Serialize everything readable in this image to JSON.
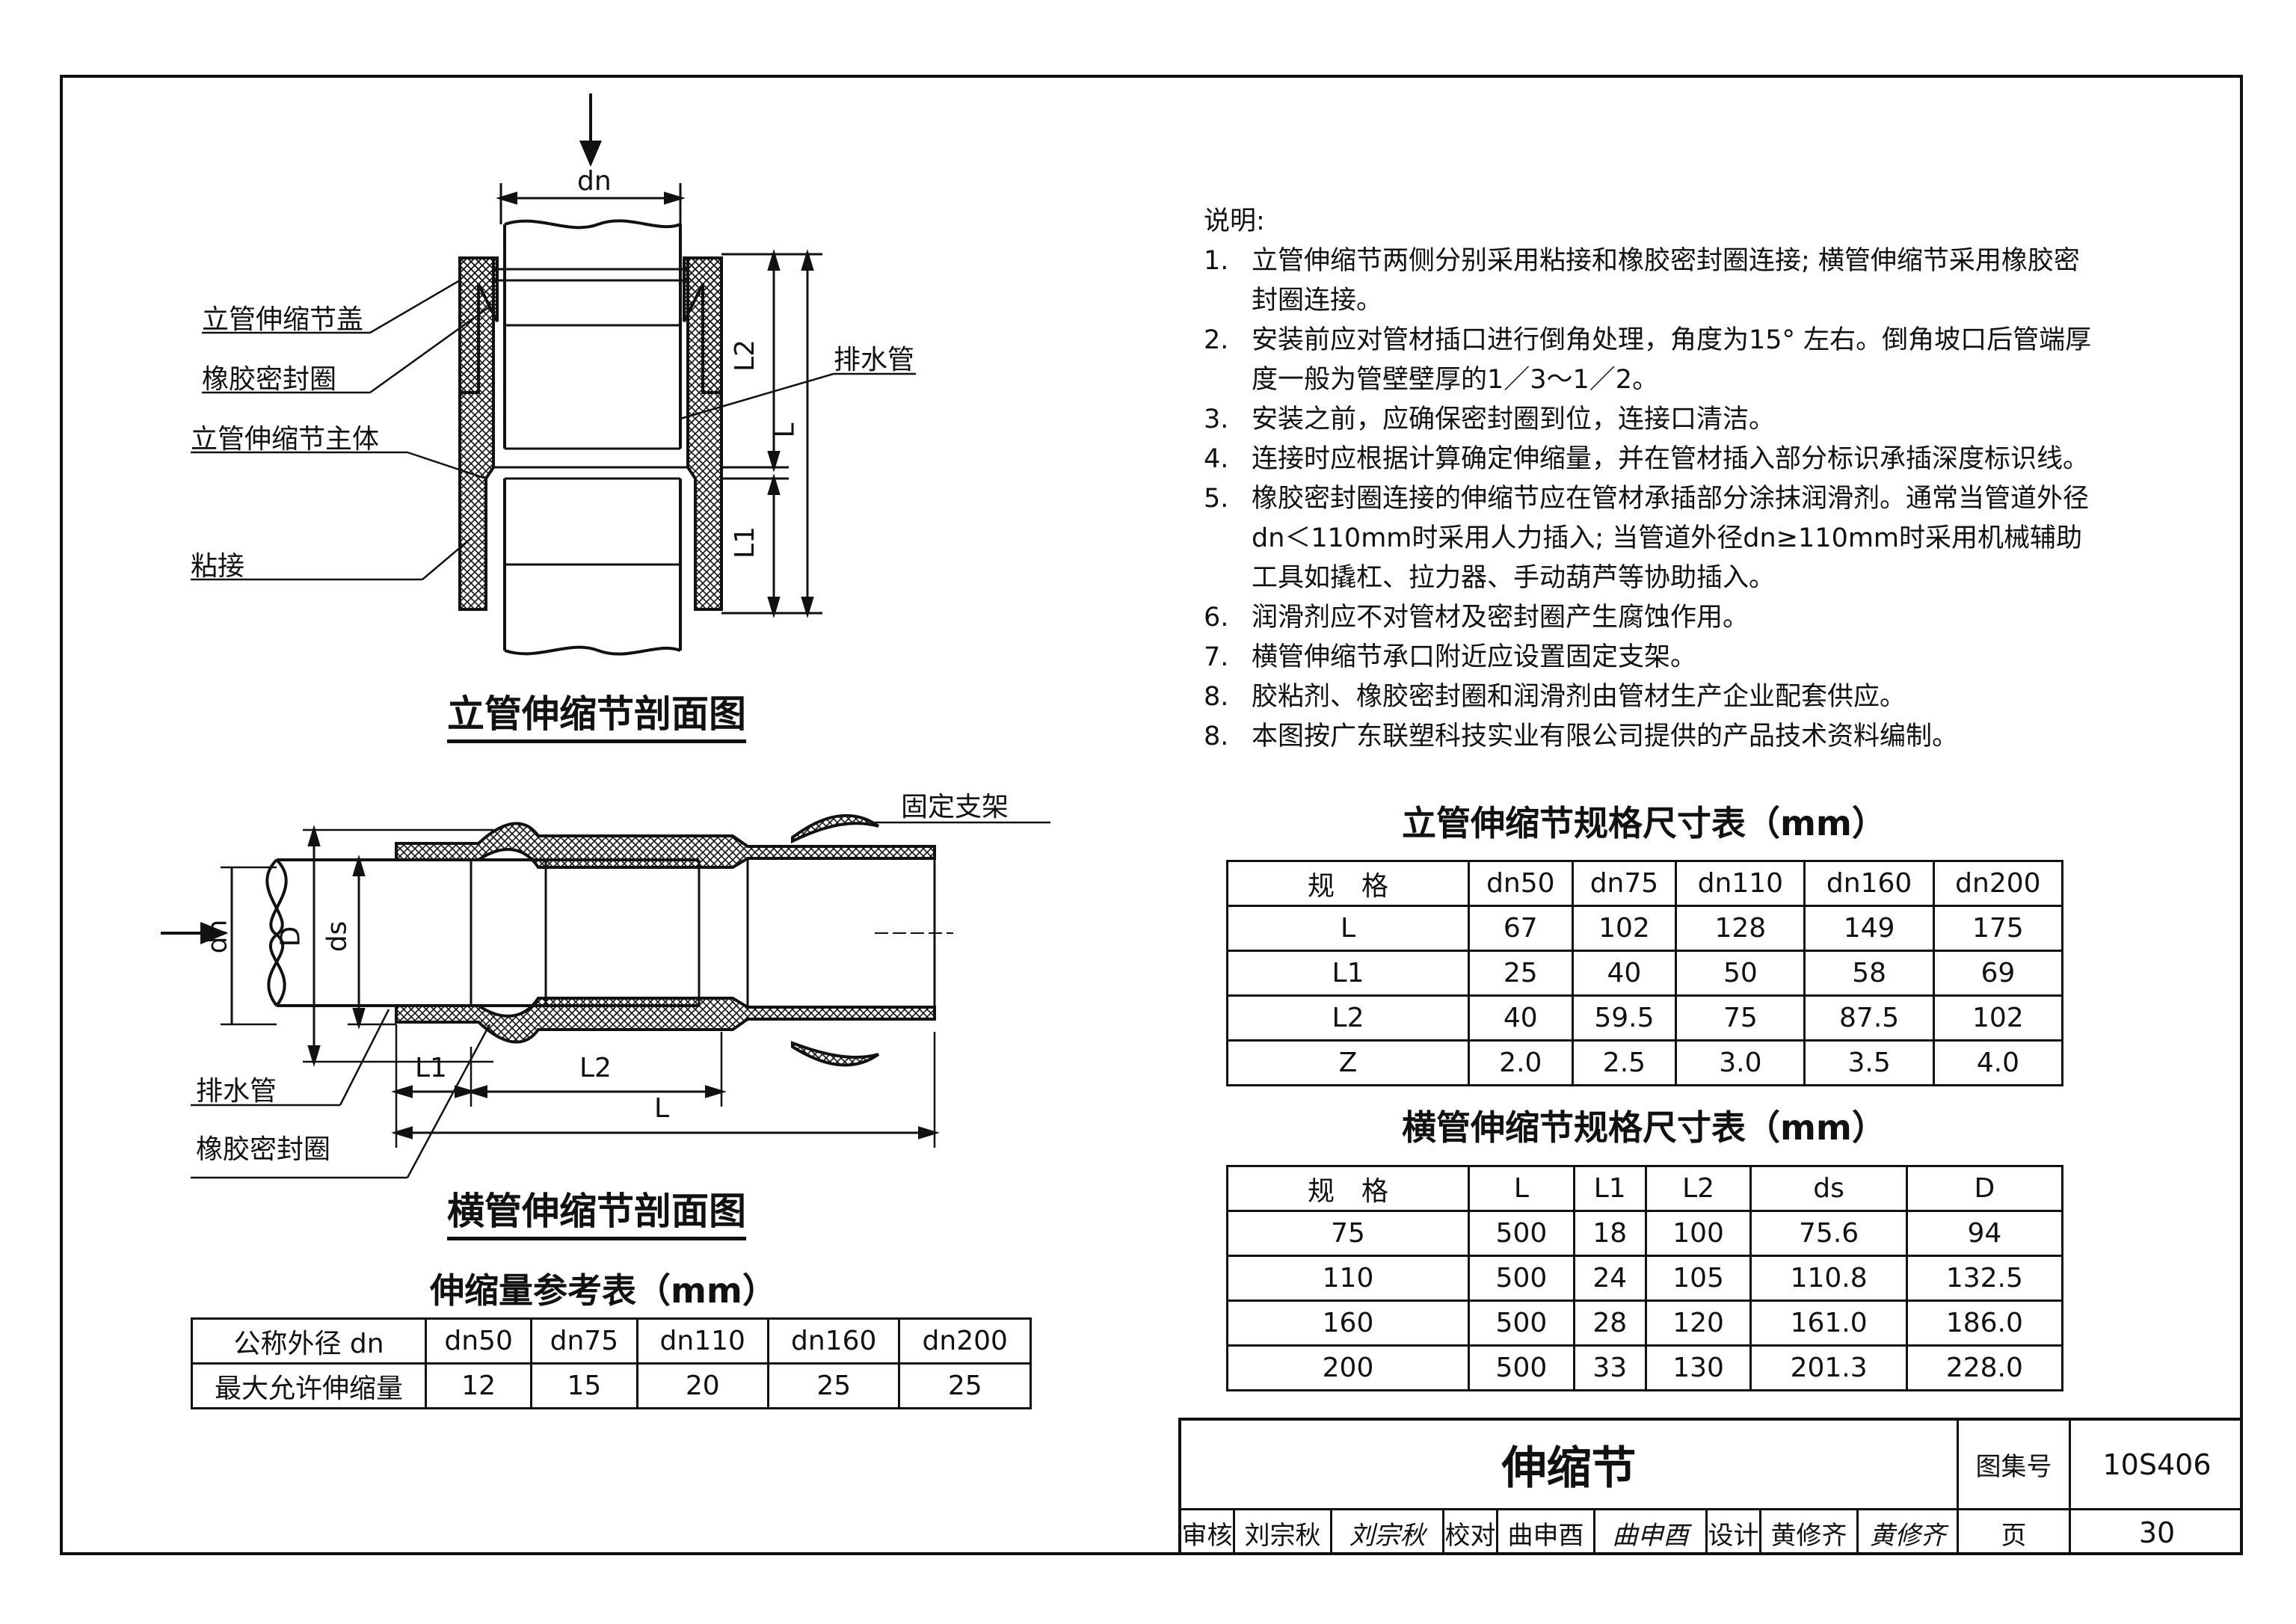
{
  "vertical_section": {
    "title": "立管伸缩节剖面图",
    "labels": {
      "cover": "立管伸缩节盖",
      "seal": "橡胶密封圈",
      "body": "立管伸缩节主体",
      "glue": "粘接",
      "pipe": "排水管"
    },
    "dims": {
      "dn": "dn",
      "L": "L",
      "L1": "L1",
      "L2": "L2"
    }
  },
  "horizontal_section": {
    "title": "横管伸缩节剖面图",
    "labels": {
      "support": "固定支架",
      "pipe": "排水管",
      "seal": "橡胶密封圈"
    },
    "dims": {
      "dn": "dn",
      "D": "D",
      "ds": "ds",
      "L": "L",
      "L1": "L1",
      "L2": "L2"
    }
  },
  "notes": {
    "heading": "说明:",
    "items": [
      {
        "num": "1.",
        "text": "立管伸缩节两侧分别采用粘接和橡胶密封圈连接; 横管伸缩节采用橡胶密封圈连接。"
      },
      {
        "num": "2.",
        "text": "安装前应对管材插口进行倒角处理，角度为15° 左右。倒角坡口后管端厚度一般为管壁壁厚的1／3～1／2。"
      },
      {
        "num": "3.",
        "text": "安装之前，应确保密封圈到位，连接口清洁。"
      },
      {
        "num": "4.",
        "text": "连接时应根据计算确定伸缩量，并在管材插入部分标识承插深度标识线。"
      },
      {
        "num": "5.",
        "text": "橡胶密封圈连接的伸缩节应在管材承插部分涂抹润滑剂。通常当管道外径dn＜110mm时采用人力插入; 当管道外径dn≥110mm时采用机械辅助工具如撬杠、拉力器、手动葫芦等协助插入。"
      },
      {
        "num": "6.",
        "text": "润滑剂应不对管材及密封圈产生腐蚀作用。"
      },
      {
        "num": "7.",
        "text": "横管伸缩节承口附近应设置固定支架。"
      },
      {
        "num": "8.",
        "text": "胶粘剂、橡胶密封圈和润滑剂由管材生产企业配套供应。"
      },
      {
        "num": "8.",
        "text": "本图按广东联塑科技实业有限公司提供的产品技术资料编制。"
      }
    ]
  },
  "table_vertical": {
    "title": "立管伸缩节规格尺寸表（mm）",
    "header": [
      "规　格",
      "dn50",
      "dn75",
      "dn110",
      "dn160",
      "dn200"
    ],
    "rows": [
      [
        "L",
        "67",
        "102",
        "128",
        "149",
        "175"
      ],
      [
        "L1",
        "25",
        "40",
        "50",
        "58",
        "69"
      ],
      [
        "L2",
        "40",
        "59.5",
        "75",
        "87.5",
        "102"
      ],
      [
        "Z",
        "2.0",
        "2.5",
        "3.0",
        "3.5",
        "4.0"
      ]
    ]
  },
  "table_horizontal": {
    "title": "横管伸缩节规格尺寸表（mm）",
    "header": [
      "规　格",
      "L",
      "L1",
      "L2",
      "ds",
      "D"
    ],
    "rows": [
      [
        "75",
        "500",
        "18",
        "100",
        "75.6",
        "94"
      ],
      [
        "110",
        "500",
        "24",
        "105",
        "110.8",
        "132.5"
      ],
      [
        "160",
        "500",
        "28",
        "120",
        "161.0",
        "186.0"
      ],
      [
        "200",
        "500",
        "33",
        "130",
        "201.3",
        "228.0"
      ]
    ]
  },
  "table_expansion": {
    "title": "伸缩量参考表（mm）",
    "header": [
      "公称外径 dn",
      "dn50",
      "dn75",
      "dn110",
      "dn160",
      "dn200"
    ],
    "rows": [
      [
        "最大允许伸缩量",
        "12",
        "15",
        "20",
        "25",
        "25"
      ]
    ]
  },
  "title_block": {
    "drawing_name": "伸缩节",
    "atlas_label": "图集号",
    "atlas_no": "10S406",
    "review_label": "审核",
    "reviewer": "刘宗秋",
    "reviewer_sig": "刘宗秋",
    "check_label": "校对",
    "checker": "曲申酉",
    "checker_sig": "曲申酉",
    "design_label": "设计",
    "designer": "黄修齐",
    "designer_sig": "黄修齐",
    "page_label": "页",
    "page_no": "30"
  }
}
